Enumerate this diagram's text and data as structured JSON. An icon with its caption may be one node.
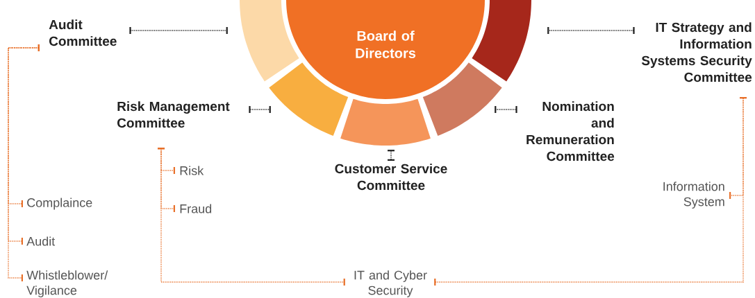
{
  "diagram": {
    "nodes": [
      {
        "text": [
          "Board of Directors"
        ]
      },
      {
        "text": [],
        "shape": "arc"
      },
      {
        "text": [],
        "shape": "arc"
      },
      {
        "text": [],
        "shape": "arc"
      },
      {
        "text": [],
        "shape": "arc"
      },
      {
        "text": [],
        "shape": "arc"
      },
      {
        "text": [
          "Audit Committee"
        ]
      },
      {
        "text": [
          "IT Strategy and Information Systems Security Committee"
        ]
      },
      {
        "text": [
          "Risk Management Committee"
        ]
      },
      {
        "text": [
          "Nomination and Remuneration Committee"
        ]
      },
      {
        "text": [
          "Customer Service Committee"
        ]
      },
      {
        "text": [
          "Risk"
        ]
      },
      {
        "text": [
          "Fraud"
        ]
      },
      {
        "text": [
          "Complaince"
        ]
      },
      {
        "text": [
          "Audit"
        ]
      },
      {
        "text": [
          "Whistleblower/ Vigilance"
        ]
      },
      {
        "text": [
          "Information System"
        ]
      },
      {
        "text": [
          "IT and Cyber Security"
        ]
      }
    ],
    "edges": [
      {
        "from": 6,
        "to": 1,
        "arrow": "other",
        "color": "#222222"
      },
      {
        "from": 8,
        "to": 2,
        "arrow": "other",
        "color": "#222222"
      },
      {
        "from": 10,
        "to": 3,
        "arrow": "other",
        "color": "#222222"
      },
      {
        "from": 9,
        "to": 4,
        "arrow": "other",
        "color": "#222222"
      },
      {
        "from": 7,
        "to": 5,
        "arrow": "other",
        "color": "#222222"
      },
      {
        "from": 6,
        "to": 13,
        "arrow": "other"
      },
      {
        "from": 6,
        "to": 14,
        "arrow": "other"
      },
      {
        "from": 6,
        "to": 15,
        "arrow": "other"
      },
      {
        "from": 8,
        "to": 11,
        "arrow": "other"
      },
      {
        "from": 8,
        "to": 12,
        "arrow": "other"
      },
      {
        "from": 8,
        "to": 17,
        "arrow": "other"
      },
      {
        "from": 7,
        "to": 16,
        "arrow": "other"
      },
      {
        "from": 7,
        "to": 17,
        "arrow": "other"
      }
    ]
  }
}
